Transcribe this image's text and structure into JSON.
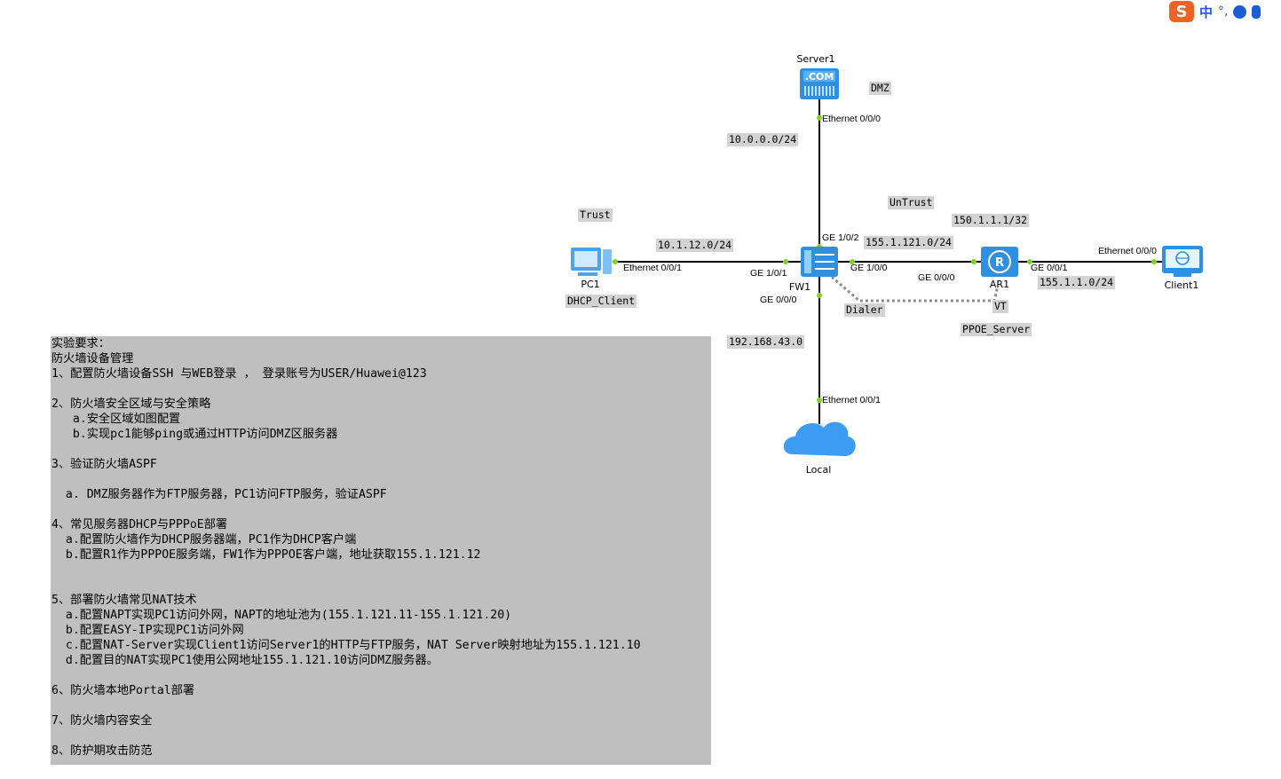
{
  "ime": {
    "logo": "S",
    "mode": "中",
    "punct": "°,"
  },
  "devices": {
    "server": "Server1",
    "pc": "PC1",
    "fw": "FW1",
    "router": "AR1",
    "client": "Client1",
    "cloud": "Local",
    "server_icon_text": ".COM"
  },
  "ports": {
    "server_eth": "Ethernet 0/0/0",
    "fw_ge102": "GE 1/0/2",
    "pc_eth": "Ethernet 0/0/1",
    "fw_ge101": "GE 1/0/1",
    "fw_ge100": "GE 1/0/0",
    "ar_ge000": "GE 0/0/0",
    "ar_ge001": "GE 0/0/1",
    "client_eth": "Ethernet 0/0/0",
    "fw_ge000": "GE 0/0/0",
    "cloud_eth": "Ethernet 0/0/1"
  },
  "tags": {
    "dmz": "DMZ",
    "net_dmz": "10.0.0.0/24",
    "untrust": "UnTrust",
    "trust": "Trust",
    "ar_loop": "150.1.1.1/32",
    "net_trust": "10.1.12.0/24",
    "net_untrust": "155.1.121.0/24",
    "dhcp_client": "DHCP_Client",
    "net_client": "155.1.1.0/24",
    "dialer": "Dialer",
    "vt": "VT",
    "pppoe_server": "PPOE_Server",
    "net_local": "192.168.43.0"
  },
  "requirements": [
    "实验要求：",
    "防火墙设备管理",
    "1、配置防火墙设备SSH 与WEB登录 ， 登录账号为USER/Huawei@123",
    "",
    "2、防火墙安全区域与安全策略",
    "   a.安全区域如图配置",
    "   b.实现pc1能够ping或通过HTTP访问DMZ区服务器",
    "",
    "3、验证防火墙ASPF",
    "",
    "  a. DMZ服务器作为FTP服务器，PC1访问FTP服务，验证ASPF",
    "",
    "4、常见服务器DHCP与PPPoE部署",
    "  a.配置防火墙作为DHCP服务器端，PC1作为DHCP客户端",
    "  b.配置R1作为PPPOE服务端，FW1作为PPPOE客户端，地址获取155.1.121.12",
    "",
    "",
    "5、部署防火墙常见NAT技术",
    "  a.配置NAPT实现PC1访问外网，NAPT的地址池为(155.1.121.11-155.1.121.20)",
    "  b.配置EASY-IP实现PC1访问外网",
    "  c.配置NAT-Server实现Client1访问Server1的HTTP与FTP服务，NAT Server映射地址为155.1.121.10",
    "  d.配置目的NAT实现PC1使用公网地址155.1.121.10访问DMZ服务器。",
    "",
    "6、防火墙本地Portal部署",
    "",
    "7、防火墙内容安全",
    "",
    "8、防护期攻击防范"
  ],
  "colors": {
    "link": "#000000",
    "port_dot": "#7ed321",
    "device_blue": "#2f8fe0",
    "tag_bg": "#d3d3d3",
    "panel_bg": "#bfbfbf"
  }
}
